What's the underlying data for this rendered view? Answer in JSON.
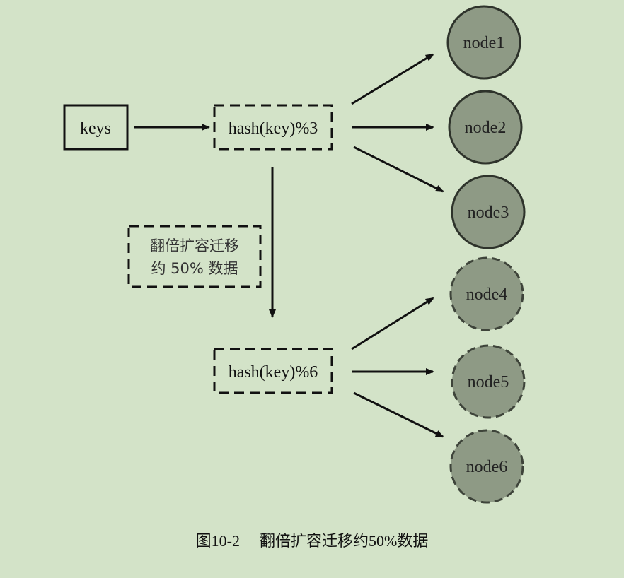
{
  "diagram": {
    "source_box": "keys",
    "hash_before": "hash(key)%3",
    "hash_after": "hash(key)%6",
    "migration_note": {
      "line1": "翻倍扩容迁移",
      "line2": "约 50% 数据"
    },
    "nodes": [
      {
        "label": "node1",
        "style": "solid"
      },
      {
        "label": "node2",
        "style": "solid"
      },
      {
        "label": "node3",
        "style": "solid"
      },
      {
        "label": "node4",
        "style": "dashed"
      },
      {
        "label": "node5",
        "style": "dashed"
      },
      {
        "label": "node6",
        "style": "dashed"
      }
    ],
    "colors": {
      "background": "#d3e3c8",
      "node_fill": "#8e9a85",
      "stroke": "#111111"
    }
  },
  "caption": {
    "figure_no": "图10-2",
    "text": "翻倍扩容迁移约50%数据"
  }
}
